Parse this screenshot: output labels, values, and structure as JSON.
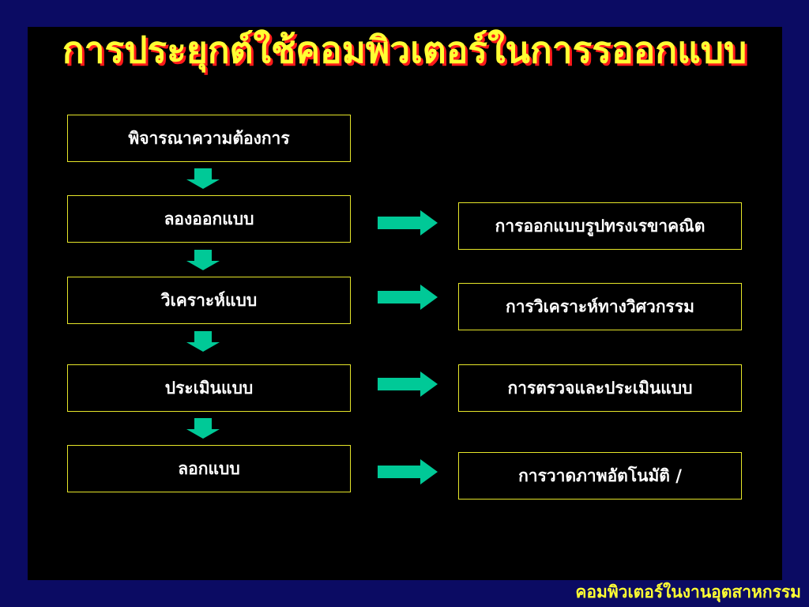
{
  "title": "การประยุกต์ใช้คอมพิวเตอร์ในการรออกแบบ",
  "left_steps": [
    "พิจารณาความต้องการ",
    "ลองออกแบบ",
    "วิเคราะห์แบบ",
    "ประเมินแบบ",
    "ลอกแบบ"
  ],
  "right_steps": [
    "การออกแบบรูปทรงเรขาคณิต",
    "การวิเคราะห์ทางวิศวกรรม",
    "การตรวจและประเมินแบบ",
    "การวาดภาพอัตโนมัติ /"
  ],
  "footer": "คอมพิวเตอร์ในงานอุตสาหกรรม",
  "colors": {
    "page_background": "#0b0b63",
    "slide_background": "#000000",
    "title_text": "#ffff33",
    "title_shadow": "#ff1a1a",
    "box_border": "#e6e629",
    "box_text": "#ffffff",
    "arrow": "#00c997"
  }
}
